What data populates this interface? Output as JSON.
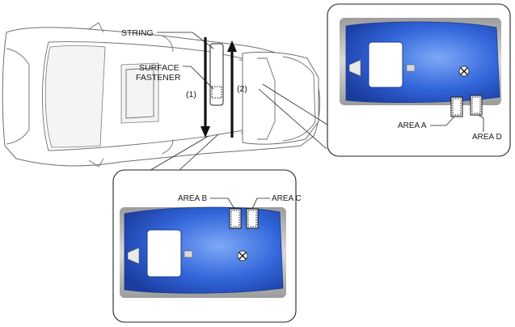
{
  "labels": {
    "string": "STRING",
    "surface_fastener_line1": "SURFACE",
    "surface_fastener_line2": "FASTENER",
    "step1": "(1)",
    "step2": "(2)",
    "area_a": "AREA A",
    "area_b": "AREA B",
    "area_c": "AREA C",
    "area_d": "AREA D"
  },
  "colors": {
    "headliner_blue": "#2f62d8",
    "headliner_blue_light": "#5b8df0",
    "headliner_blue_dark": "#1c3fa8",
    "trim_gray": "#b9b9b9",
    "arrow": "#111111"
  },
  "icons": {
    "arrow_down": "arrow-down-icon",
    "arrow_up": "arrow-up-icon",
    "fastener": "surface-fastener-icon",
    "dome_light": "dome-light-icon"
  }
}
